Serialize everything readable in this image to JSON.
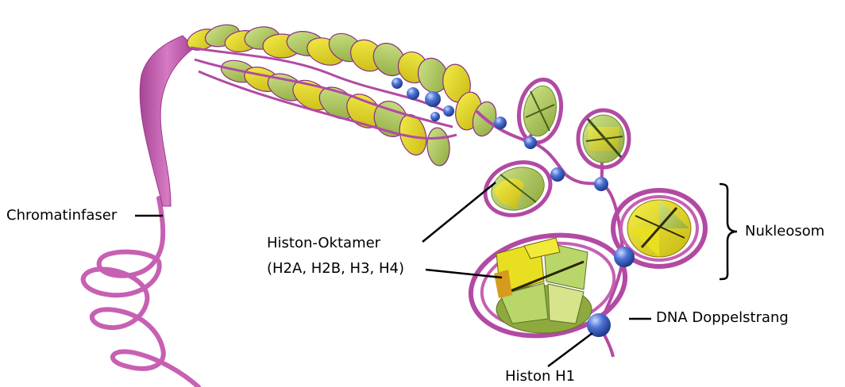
{
  "labels": {
    "fiber": "Chromatinfaser",
    "octamer_line1": "Histon-Oktamer",
    "octamer_line2": "(H2A, H2B, H3, H4)",
    "nucleosome": "Nukleosom",
    "dna": "DNA Doppelstrang",
    "h1": "Histon H1"
  },
  "colors": {
    "fiber": "#c760b3",
    "dna_strand": "#b24aa3",
    "histone_yellow": "#e8df20",
    "histone_green": "#b9d66a",
    "histone_dark": "#8ea93e",
    "h1_blue": "#3f66c6"
  }
}
